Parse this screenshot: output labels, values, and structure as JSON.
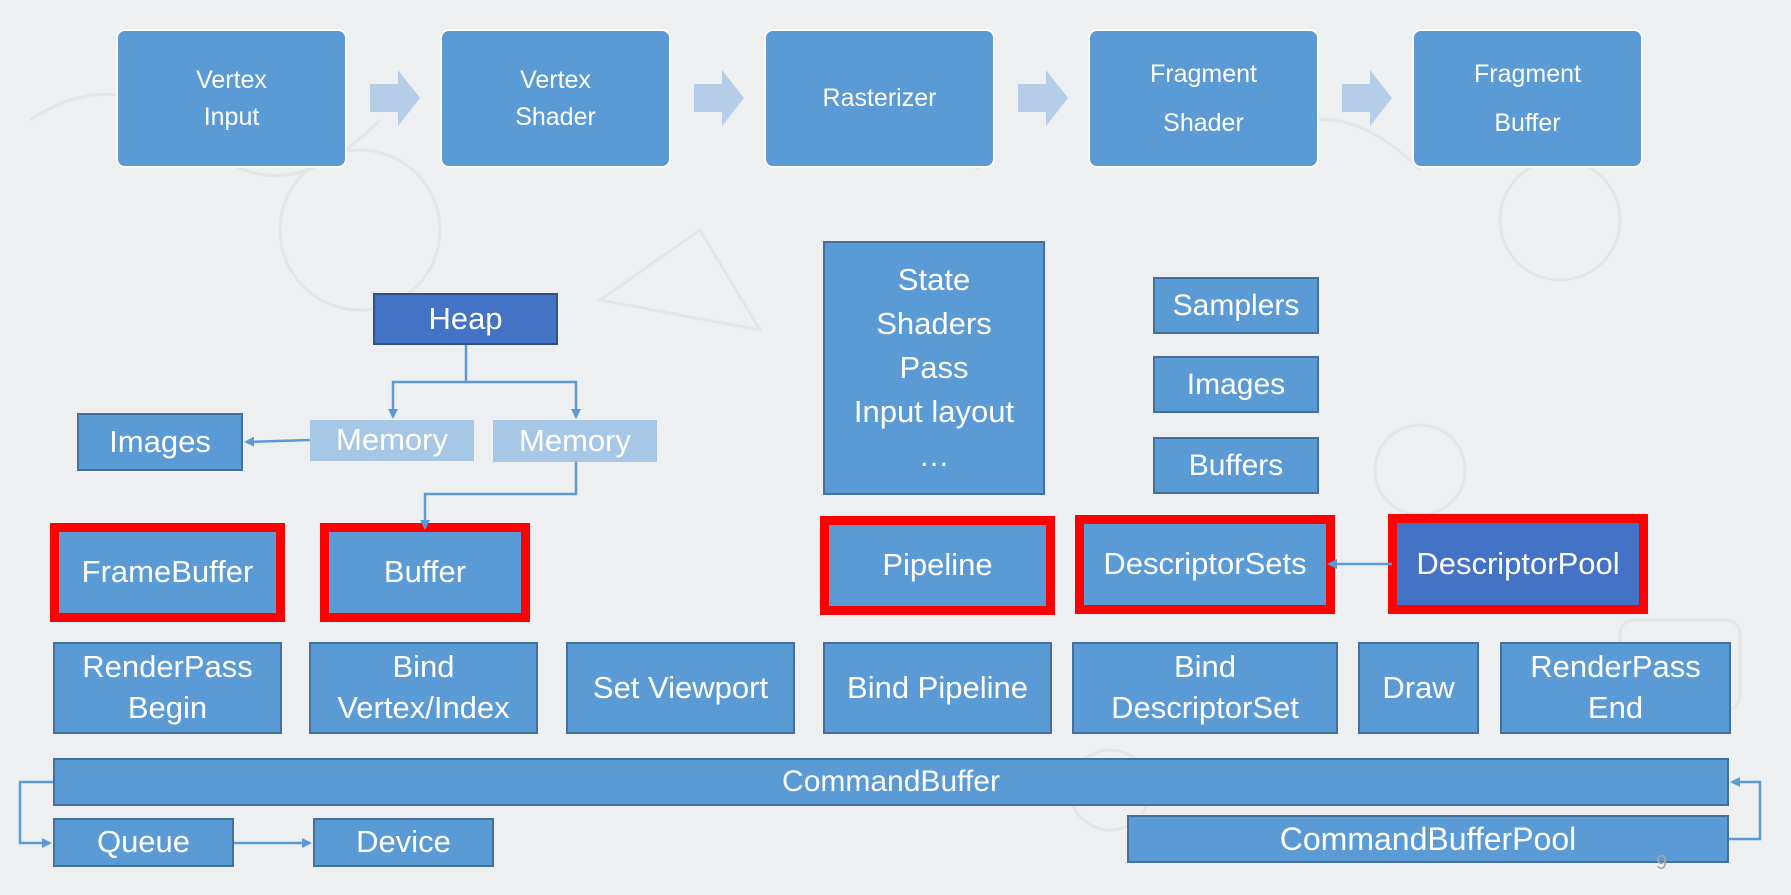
{
  "pipeline_stages": [
    {
      "label": "Vertex\nInput"
    },
    {
      "label": "Vertex\nShader"
    },
    {
      "label": "Rasterizer"
    },
    {
      "label": "Fragment\nShader"
    },
    {
      "label": "Fragment\nBuffer"
    }
  ],
  "memory": {
    "heap": "Heap",
    "memory_1": "Memory",
    "memory_2": "Memory",
    "images": "Images"
  },
  "pipeline_state": "State\nShaders\nPass\nInput layout\n…",
  "descriptor_resources": {
    "samplers": "Samplers",
    "images": "Images",
    "buffers": "Buffers"
  },
  "objects": {
    "framebuffer": "FrameBuffer",
    "buffer": "Buffer",
    "pipeline": "Pipeline",
    "descriptor_sets": "DescriptorSets",
    "descriptor_pool": "DescriptorPool"
  },
  "commands": [
    {
      "label": "RenderPass\nBegin"
    },
    {
      "label": "Bind\nVertex/Index"
    },
    {
      "label": "Set Viewport"
    },
    {
      "label": "Bind Pipeline"
    },
    {
      "label": "Bind\nDescriptorSet"
    },
    {
      "label": "Draw"
    },
    {
      "label": "RenderPass\nEnd"
    }
  ],
  "command_buffer": "CommandBuffer",
  "queue": "Queue",
  "device": "Device",
  "command_buffer_pool": "CommandBufferPool",
  "page_number": "9",
  "colors": {
    "box_fill": "#5b9bd5",
    "box_border": "#41719c",
    "dark_fill": "#4472c4",
    "light_fill": "#a6c8e6",
    "highlight": "#ff0000",
    "background": "#eeeff1"
  }
}
